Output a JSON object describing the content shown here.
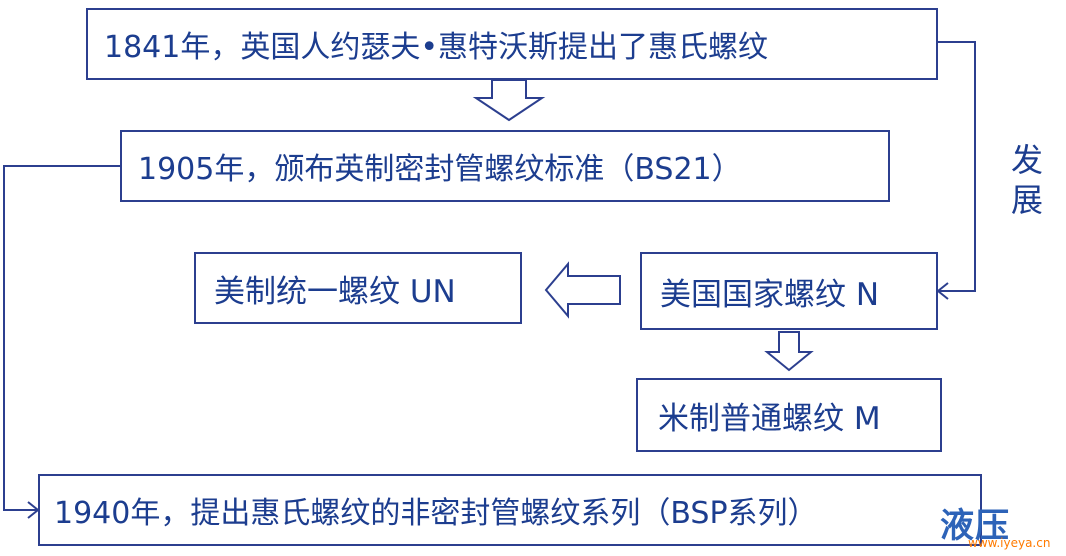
{
  "diagram": {
    "boxes": {
      "b1841": "1841年，英国人约瑟夫•惠特沃斯提出了惠氏螺纹",
      "b1905": "1905年，颁布英制密封管螺纹标准（BS21）",
      "un": "美制统一螺纹 UN",
      "n": "美国国家螺纹 N",
      "m": "米制普通螺纹 M",
      "b1940": "1940年，提出惠氏螺纹的非密封管螺纹系列（BSP系列）"
    },
    "side_label": "发展"
  },
  "watermark": {
    "name": "液压",
    "url": "www.iyeya.cn",
    "color": "#2d63b8"
  },
  "colors": {
    "border": "#2c3f8f",
    "text": "#1c3d8f"
  }
}
